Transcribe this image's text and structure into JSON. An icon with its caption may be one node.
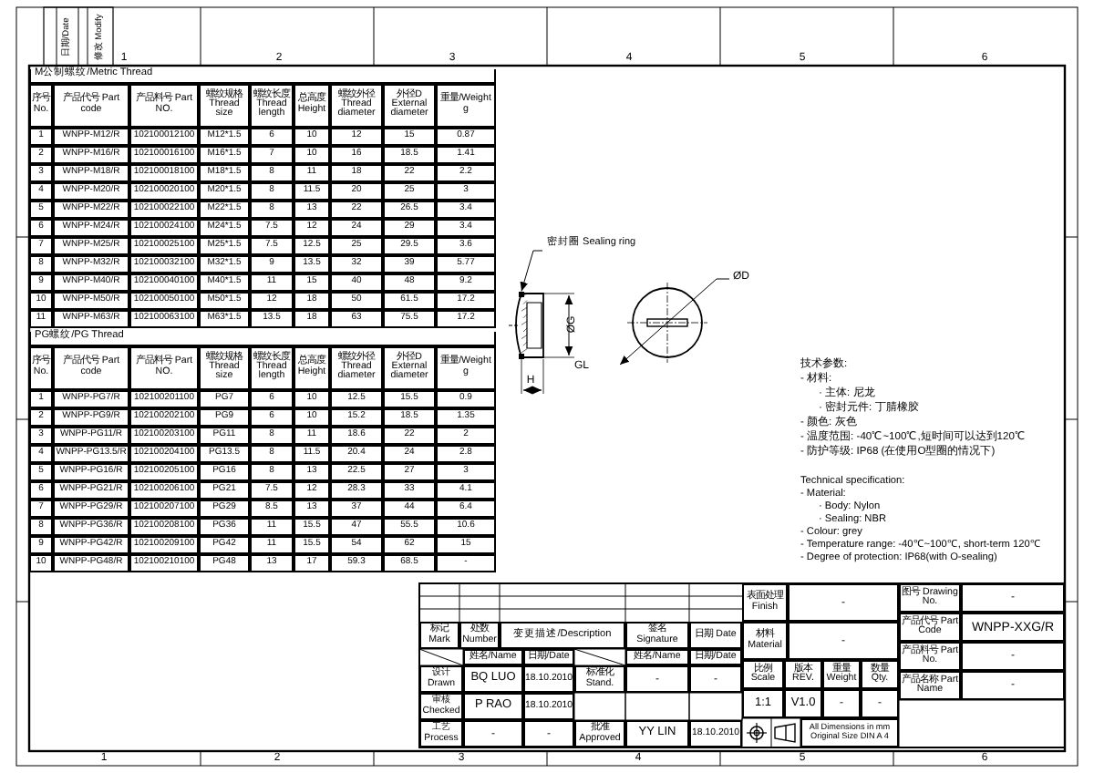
{
  "diagram": {
    "nodes": [
      {
        "text": [
          "密封圈 Sealing ring"
        ]
      },
      {
        "text": [],
        "shape": "box"
      }
    ],
    "edges": [
      {
        "from": 0,
        "to": 1,
        "arrow": "to"
      }
    ],
    "labels": [
      "日期/Date",
      "修改 Modify",
      "1",
      "2",
      "3",
      "4",
      "5",
      "6",
      "M公制螺纹/Metric Thread",
      "序号 No.",
      "产品代号 Part code",
      "产品料号 Part NO.",
      "螺纹规格 Thread size",
      "螺纹长度 Thread length",
      "总高度 Height",
      "螺纹外径 Thread diameter",
      "外径D External diameter",
      "重量/Weight g",
      "1",
      "WNPP-M12/R",
      "102100012100",
      "M12*1.5",
      "6",
      "10",
      "12",
      "15",
      "0.87",
      "2",
      "WNPP-M16/R",
      "102100016100",
      "M16*1.5",
      "7",
      "10",
      "16",
      "18.5",
      "1.41",
      "3",
      "WNPP-M18/R",
      "102100018100",
      "M18*1.5",
      "8",
      "11",
      "18",
      "22",
      "2.2",
      "4",
      "WNPP-M20/R",
      "102100020100",
      "M20*1.5",
      "8",
      "11.5",
      "20",
      "25",
      "3",
      "5",
      "WNPP-M22/R",
      "102100022100",
      "M22*1.5",
      "8",
      "13",
      "22",
      "26.5",
      "3.4",
      "6",
      "WNPP-M24/R",
      "102100024100",
      "M24*1.5",
      "7.5",
      "12",
      "24",
      "29",
      "3.4",
      "7",
      "WNPP-M25/R",
      "102100025100",
      "M25*1.5",
      "7.5",
      "12.5",
      "25",
      "29.5",
      "3.6",
      "8",
      "WNPP-M32/R",
      "102100032100",
      "M32*1.5",
      "9",
      "13.5",
      "32",
      "39",
      "5.77",
      "9",
      "WNPP-M40/R",
      "102100040100",
      "M40*1.5",
      "11",
      "15",
      "40",
      "48",
      "9.2",
      "10",
      "WNPP-M50/R",
      "102100050100",
      "M50*1.5",
      "12",
      "18",
      "50",
      "61.5",
      "17.2",
      "11",
      "WNPP-M63/R",
      "102100063100",
      "M63*1.5",
      "13.5",
      "18",
      "63",
      "75.5",
      "17.2",
      "PG螺纹/PG Thread",
      "序号 No.",
      "产品代号 Part code",
      "产品料号 Part NO.",
      "螺纹规格 Thread size",
      "螺纹长度 Thread length",
      "总高度 Height",
      "螺纹外径 Thread diameter",
      "外径D External diameter",
      "重量/Weight g",
      "1",
      "WNPP-PG7/R",
      "102100201100",
      "PG7",
      "6",
      "10",
      "12.5",
      "15.5",
      "0.9",
      "2",
      "WNPP-PG9/R",
      "102100202100",
      "PG9",
      "6",
      "10",
      "15.2",
      "18.5",
      "1.35",
      "3",
      "WNPP-PG11/R",
      "102100203100",
      "PG11",
      "8",
      "11",
      "18.6",
      "22",
      "2",
      "4",
      "WNPP-PG13.5/R",
      "102100204100",
      "PG13.5",
      "8",
      "11.5",
      "20.4",
      "24",
      "2.8",
      "5",
      "WNPP-PG16/R",
      "102100205100",
      "PG16",
      "8",
      "13",
      "22.5",
      "27",
      "3",
      "6",
      "WNPP-PG21/R",
      "102100206100",
      "PG21",
      "7.5",
      "12",
      "28.3",
      "33",
      "4.1",
      "7",
      "WNPP-PG29/R",
      "102100207100",
      "PG29",
      "8.5",
      "13",
      "37",
      "44",
      "6.4",
      "8",
      "WNPP-PG36/R",
      "102100208100",
      "PG36",
      "11",
      "15.5",
      "47",
      "55.5",
      "10.6",
      "9",
      "WNPP-PG42/R",
      "102100209100",
      "PG42",
      "11",
      "15.5",
      "54",
      "62",
      "15",
      "10",
      "WNPP-PG48/R",
      "102100210100",
      "PG48",
      "13",
      "17",
      "59.3",
      "68.5",
      "-",
      "ØD",
      "ØG",
      "GL",
      "H",
      "技术参数:",
      "- 材料:",
      "· 主体: 尼龙",
      "· 密封元件: 丁腈橡胶",
      "- 颜色: 灰色",
      "- 温度范围: -40℃~100℃,短时间可以达到120℃",
      "- 防护等级: IP68 (在使用O型圈的情况下)",
      "Technical specification:",
      "- Material:",
      "· Body: Nylon",
      "· Sealing: NBR",
      "- Colour: grey",
      "- Temperature range: -40℃~100℃, short-term 120℃",
      "- Degree of protection: IP68(with O-sealing)",
      "表面处理 Finish",
      "-",
      "图号 Drawing No.",
      "-",
      "产品代号 Part Code",
      "WNPP-XXG/R",
      "材料 Material",
      "-",
      "产品料号 Part No.",
      "-",
      "标记 Mark",
      "处数 Number",
      "变更描述/Description",
      "签名 Signature",
      "日期 Date",
      "姓名/Name",
      "日期/Date",
      "姓名/Name",
      "日期/Date",
      "比例 Scale",
      "版本 REV.",
      "重量 Weight",
      "数量 Qty.",
      "产品名称 Part Name",
      "-",
      "设计 Drawn",
      "BQ LUO",
      "18.10.2010",
      "标准化 Stand.",
      "-",
      "-",
      "1:1",
      "V1.0",
      "-",
      "-",
      "审核 Checked",
      "P RAO",
      "18.10.2010",
      "工艺 Process",
      "-",
      "-",
      "批准 Approved",
      "YY LIN",
      "18.10.2010",
      "All Dimensions in mm Original Size DIN A 4",
      "1",
      "2",
      "3",
      "4",
      "5",
      "6"
    ]
  }
}
